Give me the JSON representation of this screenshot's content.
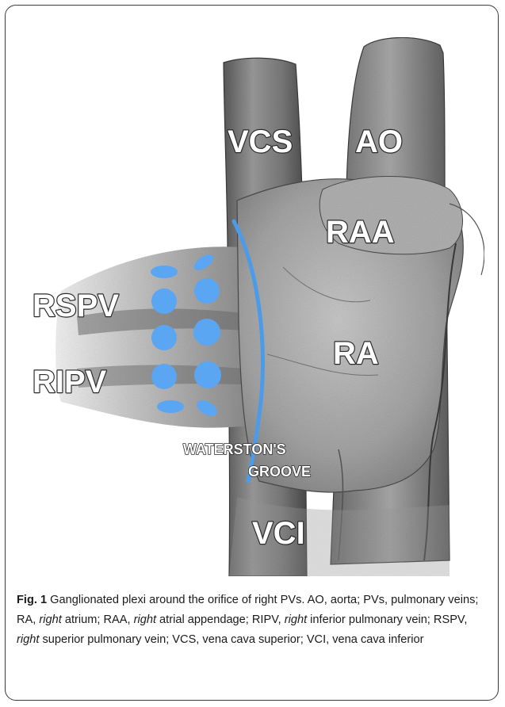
{
  "figure": {
    "labels": {
      "vcs": "VCS",
      "ao": "AO",
      "raa": "RAA",
      "ra": "RA",
      "rspv": "RSPV",
      "ripv": "RIPV",
      "groove_line1": "WATERSTON'S",
      "groove_line2": "GROOVE",
      "vci": "VCI"
    },
    "colors": {
      "ganglionated_plexi": "#5aa6f2",
      "groove_line": "#4c9be8",
      "tissue": "#8a8a8a"
    }
  },
  "caption": {
    "label": "Fig. 1",
    "segments": [
      " Ganglionated plexi around the orifice of right PVs. AO, aorta; PVs, pulmonary veins; RA, ",
      "right",
      " atrium; RAA, ",
      "right",
      " atrial appendage; RIPV, ",
      "right",
      " inferior pulmonary vein; RSPV, ",
      "right",
      " superior pulmonary vein; VCS, vena cava superior; VCI, vena cava inferior"
    ]
  }
}
